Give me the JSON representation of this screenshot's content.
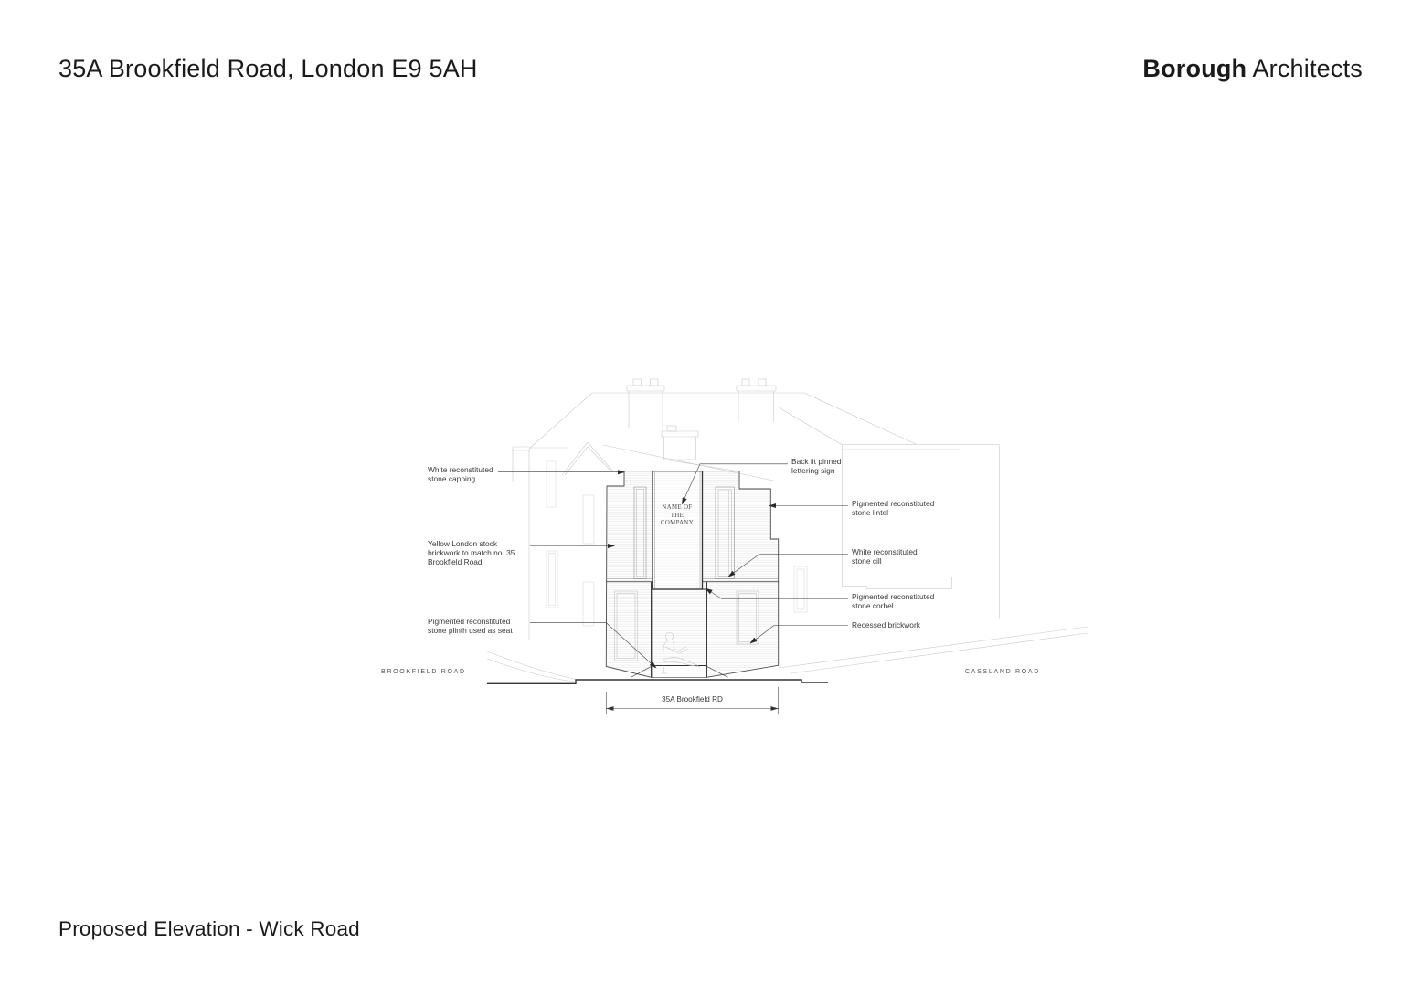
{
  "header": {
    "project_address": "35A Brookfield Road, London E9 5AH",
    "firm": {
      "bold": "Borough",
      "regular": " Architects"
    }
  },
  "drawing": {
    "sign_text": "NAME OF\nTHE\nCOMPANY",
    "streets": {
      "left": "BROOKFIELD ROAD",
      "right": "CASSLAND ROAD"
    },
    "dimension": {
      "label": "35A Brookfield RD"
    },
    "annotations": {
      "left": [
        {
          "label": "White reconstituted\nstone capping"
        },
        {
          "label": "Yellow London stock\nbrickwork to match no. 35\nBrookfield Road"
        },
        {
          "label": "Pigmented reconstituted\nstone plinth used as seat"
        }
      ],
      "right": [
        {
          "label": "Back lit pinned\nlettering sign"
        },
        {
          "label": "Pigmented reconstituted\nstone lintel"
        },
        {
          "label": "White reconstituted\nstone cill"
        },
        {
          "label": "Pigmented reconstituted\nstone corbel"
        },
        {
          "label": "Recessed brickwork"
        }
      ]
    }
  },
  "footer": {
    "drawing_title": "Proposed Elevation - Wick Road"
  },
  "colors": {
    "ink": "#1a1a1a",
    "line_dark": "#3f3f3f",
    "line_faint": "#c9c9c9"
  }
}
